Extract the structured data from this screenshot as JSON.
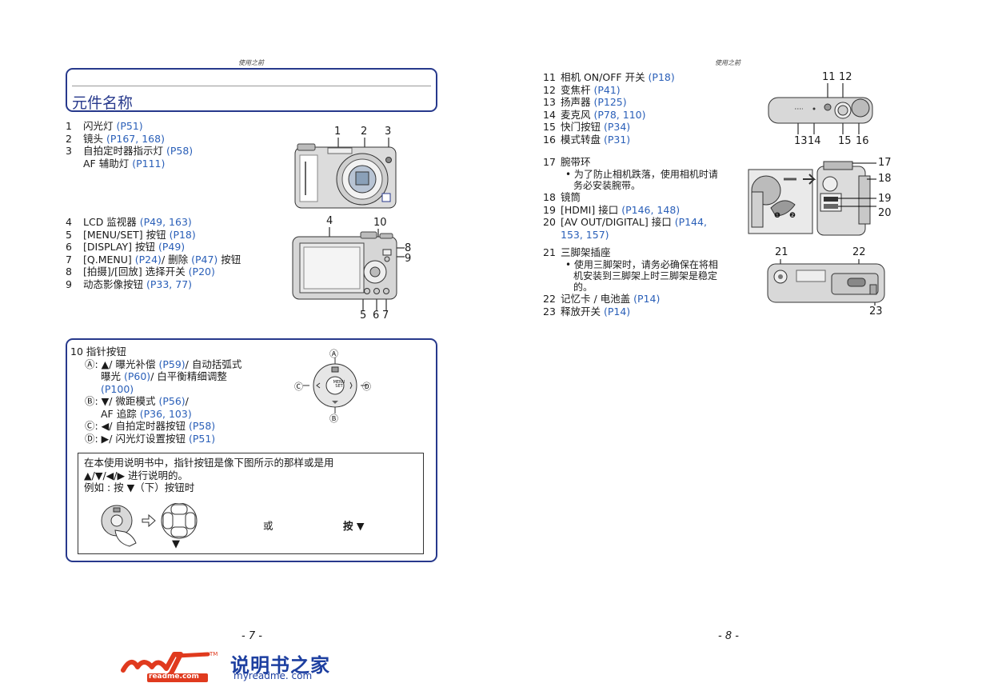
{
  "left_page": {
    "header": "使用之前",
    "section_title": "元件名称",
    "items_front": [
      {
        "num": "1",
        "text": "闪光灯 ",
        "ref": "(P51)"
      },
      {
        "num": "2",
        "text": "镜头 ",
        "ref": "(P167, 168)"
      },
      {
        "num": "3",
        "text": "自拍定时器指示灯 ",
        "ref": "(P58)"
      }
    ],
    "item3_sub": {
      "text": "AF 辅助灯 ",
      "ref": "(P111)"
    },
    "items_back": [
      {
        "num": "4",
        "text": "LCD 监视器 ",
        "ref": "(P49, 163)"
      },
      {
        "num": "5",
        "text": "[MENU/SET] 按钮 ",
        "ref": "(P18)"
      },
      {
        "num": "6",
        "text": "[DISPLAY] 按钮 ",
        "ref": "(P49)"
      },
      {
        "num": "7",
        "text": "[Q.MENU] ",
        "ref": "(P24)",
        "text2": "/ 删除 ",
        "ref2": "(P47)",
        "text3": " 按钮"
      },
      {
        "num": "8",
        "text": "[拍摄]/[回放] 选择开关 ",
        "ref": "(P20)"
      },
      {
        "num": "9",
        "text": "动态影像按钮 ",
        "ref": "(P33, 77)"
      }
    ],
    "front_callouts": [
      "1",
      "2",
      "3"
    ],
    "back_callouts": {
      "top": [
        "4",
        "10"
      ],
      "right": [
        "8",
        "9"
      ],
      "bottom": [
        "5",
        "6",
        "7"
      ]
    },
    "cursor": {
      "title": "10 指针按钮",
      "a": {
        "label": "Ⓐ: ▲/ 曝光补偿 ",
        "ref": "(P59)",
        "rest": "/ 自动括弧式",
        "line2a": "曝光 ",
        "ref2": "(P60)",
        "line2b": "/ 白平衡精细调整",
        "ref3": "(P100)"
      },
      "b": {
        "label": "Ⓑ: ▼/ 微距模式 ",
        "ref": "(P56)",
        "rest": "/",
        "line2a": "AF 追踪 ",
        "ref2": "(P36, 103)"
      },
      "c": {
        "label": "Ⓒ: ◀/ 自拍定时器按钮 ",
        "ref": "(P58)"
      },
      "d": {
        "label": "Ⓓ: ▶/ 闪光灯设置按钮 ",
        "ref": "(P51)"
      },
      "diagram_labels": {
        "a": "Ⓐ",
        "b": "Ⓑ",
        "c": "Ⓒ",
        "d": "Ⓓ",
        "center1": "MENU",
        "center2": "SET"
      },
      "note_line1": "在本使用说明书中，指针按钮是像下图所示的那样或是用",
      "note_line2": "▲/▼/◀/▶ 进行说明的。",
      "note_line3": "例如 : 按 ▼（下）按钮时",
      "or_text": "或",
      "press_text": "按 ▼",
      "arrow_down": "▼"
    },
    "page_number": "- 7 -"
  },
  "right_page": {
    "header": "使用之前",
    "items_top": [
      {
        "num": "11",
        "text": "相机 ON/OFF 开关 ",
        "ref": "(P18)"
      },
      {
        "num": "12",
        "text": "变焦杆 ",
        "ref": "(P41)"
      },
      {
        "num": "13",
        "text": "扬声器 ",
        "ref": "(P125)"
      },
      {
        "num": "14",
        "text": "麦克风 ",
        "ref": "(P78, 110)"
      },
      {
        "num": "15",
        "text": "快门按钮 ",
        "ref": "(P34)"
      },
      {
        "num": "16",
        "text": "模式转盘 ",
        "ref": "(P31)"
      }
    ],
    "item17": {
      "num": "17",
      "text": "腕带环",
      "bullet1": "• 为了防止相机跌落，使用相机时请",
      "bullet2": "务必安装腕带。"
    },
    "items_mid": [
      {
        "num": "18",
        "text": "镜筒",
        "ref": ""
      },
      {
        "num": "19",
        "text": "[HDMI] 接口 ",
        "ref": "(P146, 148)"
      },
      {
        "num": "20",
        "text": "[AV OUT/DIGITAL] 接口 ",
        "ref": "(P144,"
      }
    ],
    "item20_cont": "153, 157)",
    "item21": {
      "num": "21",
      "text": "三脚架插座",
      "bullet1": "• 使用三脚架时，请务必确保在将相",
      "bullet2": "机安装到三脚架上时三脚架是稳定",
      "bullet3": "的。"
    },
    "items_bottom": [
      {
        "num": "22",
        "text": "记忆卡 / 电池盖 ",
        "ref": "(P14)"
      },
      {
        "num": "23",
        "text": "释放开关 ",
        "ref": "(P14)"
      }
    ],
    "top_callouts": {
      "top": [
        "11",
        "12"
      ],
      "bottom": [
        "13",
        "14",
        "15",
        "16"
      ]
    },
    "side_callouts": [
      "17",
      "18",
      "19",
      "20"
    ],
    "bottom_callouts": [
      "21",
      "22",
      "23"
    ],
    "strap_steps": [
      "❶",
      "❷"
    ],
    "page_number": "- 8 -"
  },
  "watermark": {
    "brand_line1": "说明书之家",
    "brand_line2": "myreadme. com",
    "badge": "readme.com",
    "tm": "TM"
  },
  "colors": {
    "accent": "#27398c",
    "link": "#2a5fb8",
    "logo_red": "#e03a1e",
    "logo_blue": "#1d3fa0"
  }
}
